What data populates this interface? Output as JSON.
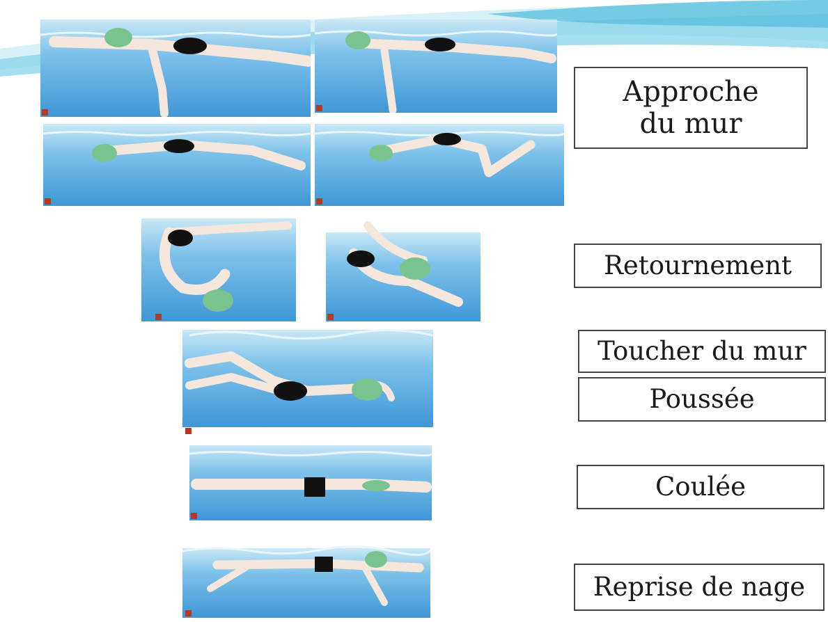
{
  "labels": {
    "approche": "Approche du mur",
    "retournement": "Retournement",
    "toucher": "Toucher du mur",
    "poussee": "Poussée",
    "coulee": "Coulée",
    "reprise": "Reprise de nage"
  },
  "colors": {
    "water_top": "#c9e8f6",
    "water_bottom": "#3f97d6",
    "cap": "#79c38e",
    "swimsuit": "#111111",
    "skin": "#f6e7dc",
    "number_marker": "#b53a24",
    "wave_light": "#c9ecf7",
    "wave_dark": "#5cc0df"
  },
  "panels": [
    {
      "name": "panel-1-approach",
      "icon": "swimmer-freestyle-icon"
    },
    {
      "name": "panel-2-approach",
      "icon": "swimmer-freestyle-icon"
    },
    {
      "name": "panel-3-glide",
      "icon": "swimmer-glide-icon"
    },
    {
      "name": "panel-4-kick",
      "icon": "swimmer-kick-icon"
    },
    {
      "name": "panel-5-flip-start",
      "icon": "swimmer-flip-icon"
    },
    {
      "name": "panel-6-flip-end",
      "icon": "swimmer-flip-icon"
    },
    {
      "name": "panel-7-wall-push",
      "icon": "swimmer-push-icon"
    },
    {
      "name": "panel-8-underwater-glide",
      "icon": "swimmer-glide-icon"
    },
    {
      "name": "panel-9-resume-swim",
      "icon": "swimmer-freestyle-icon"
    }
  ]
}
